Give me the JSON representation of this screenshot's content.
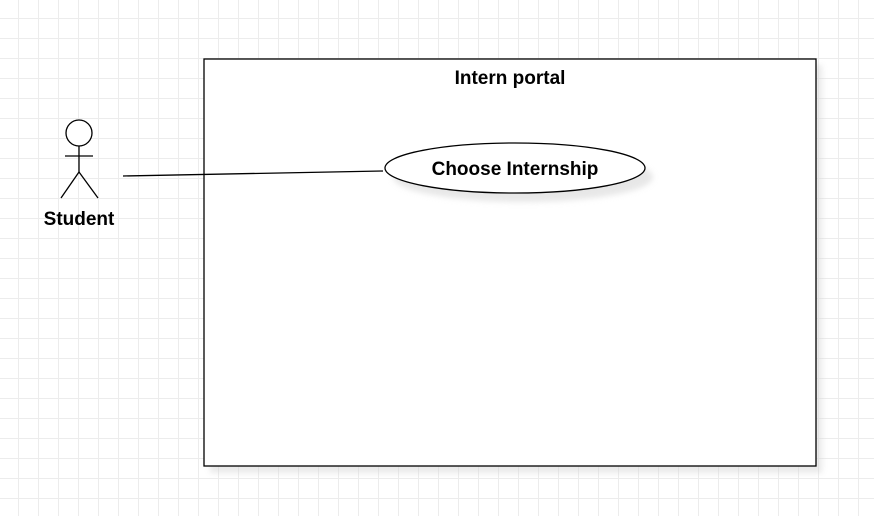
{
  "diagram": {
    "system_boundary": {
      "title": "Intern portal"
    },
    "actor": {
      "name": "Student"
    },
    "use_case": {
      "name": "Choose Internship"
    }
  },
  "colors": {
    "stroke": "#000000",
    "fill": "#ffffff",
    "shadow": "#cfcfcf",
    "grid": "#ececec"
  }
}
